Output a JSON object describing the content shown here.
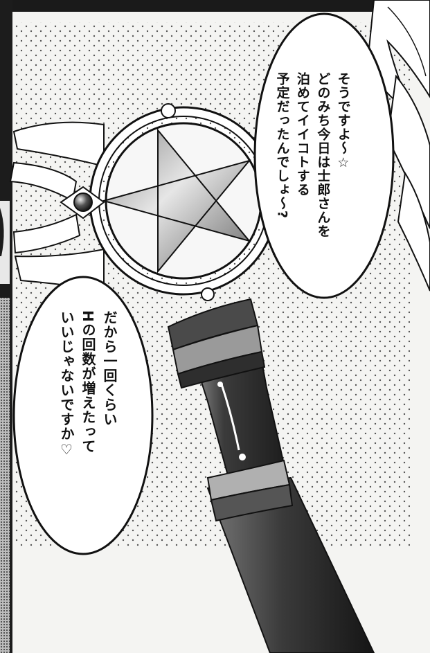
{
  "bubbles": [
    {
      "lines": [
        "そうですよ〜☆",
        "どのみち今日は士郎さんを",
        "泊めてイイコトする",
        "予定だったんでしょ〜?"
      ]
    },
    {
      "lines": [
        "だから一回くらい",
        "Hの回数が増えたって",
        "いいじゃないですか♡"
      ]
    }
  ],
  "art": {
    "subject": "magical staff with star emblem",
    "icons": [
      "star-emblem-icon",
      "wing-decoration-icon",
      "orb-icon"
    ]
  },
  "colors": {
    "ink": "#111111",
    "paper": "#f4f4f2",
    "screentone_dot": "#555555"
  }
}
